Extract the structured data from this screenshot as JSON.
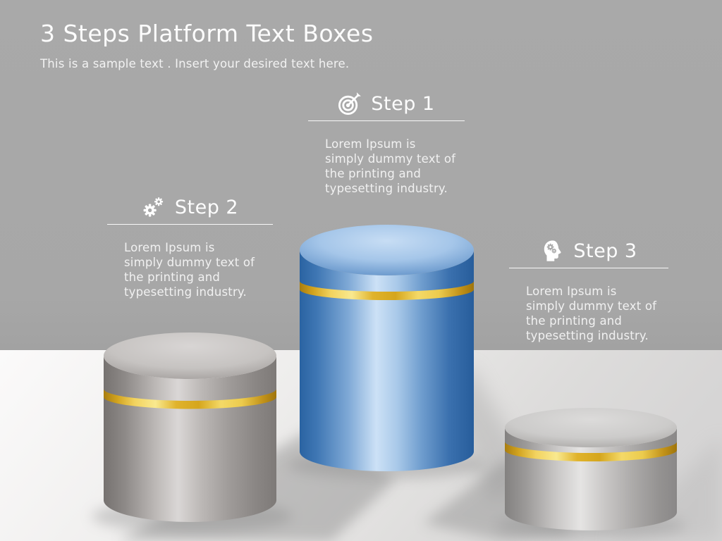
{
  "slide": {
    "title": "3 Steps Platform Text Boxes",
    "subtitle": "This is a sample text . Insert your desired text here.",
    "steps": [
      {
        "label": "Step 1",
        "icon": "target-arrow-icon",
        "description_lines": [
          "Lorem Ipsum is",
          "simply dummy text of",
          "the printing and",
          "typesetting industry."
        ]
      },
      {
        "label": "Step 2",
        "icon": "gears-icon",
        "description_lines": [
          "Lorem Ipsum is",
          "simply dummy text of",
          "the printing and",
          "typesetting industry."
        ]
      },
      {
        "label": "Step 3",
        "icon": "head-gears-icon",
        "description_lines": [
          "Lorem Ipsum is",
          "simply dummy text of",
          "the printing and",
          "typesetting industry."
        ]
      }
    ],
    "platforms": [
      {
        "step": "Step 2",
        "position": "left",
        "height": "medium",
        "color": "silver"
      },
      {
        "step": "Step 1",
        "position": "center",
        "height": "tall",
        "color": "blue"
      },
      {
        "step": "Step 3",
        "position": "right",
        "height": "short",
        "color": "silver"
      }
    ],
    "colors": {
      "wall": "#a7a7a7",
      "floor_light": "#fafafa",
      "floor_dark": "#d7d6d6",
      "gold_band": "#e3b52c",
      "blue_dark": "#2a63a2",
      "blue_highlight": "#cce1f6",
      "silver_dark": "#767270",
      "silver_highlight": "#dad7d6",
      "text": "#f2f2f2"
    }
  }
}
